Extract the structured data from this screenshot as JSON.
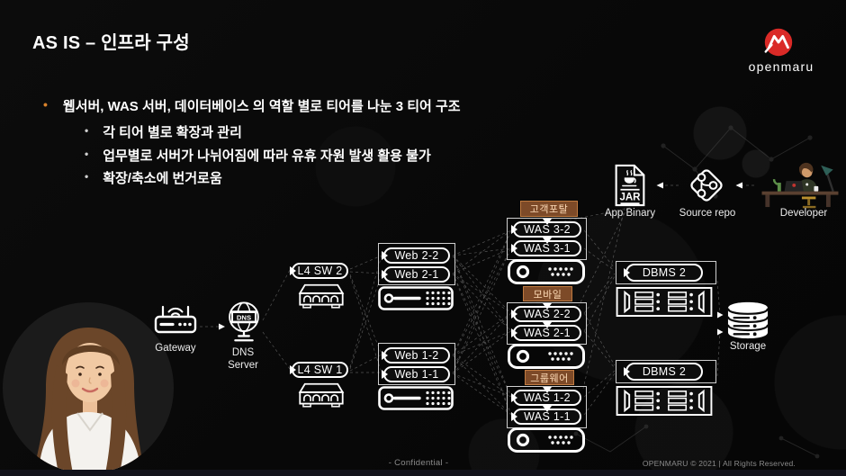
{
  "slide": {
    "title": "AS IS – 인프라 구성",
    "bullets": {
      "main": "웹서버, WAS 서버, 데이터베이스 의 역할 별로 티어를 나눈 3 티어 구조",
      "sub": [
        "각 티어 별로 확장과 관리",
        "업무별로 서버가 나뉘어짐에 따라 유휴 자원 발생 활용 불가",
        "확장/축소에 번거로움"
      ]
    },
    "logo_text": "openmaru",
    "footer": {
      "confidential": "- Confidential -",
      "copyright": "OPENMARU © 2021 | All Rights Reserved."
    }
  },
  "diagram": {
    "gateway": {
      "label": "Gateway"
    },
    "dns": {
      "badge": "DNS",
      "label1": "DNS",
      "label2": "Server"
    },
    "l4": [
      {
        "label": "L4 SW 2"
      },
      {
        "label": "L4 SW 1"
      }
    ],
    "web": [
      {
        "items": [
          "Web 2-2",
          "Web 2-1"
        ]
      },
      {
        "items": [
          "Web 1-2",
          "Web 1-1"
        ]
      }
    ],
    "was": [
      {
        "tag": "고객포탈",
        "items": [
          "WAS 3-2",
          "WAS 3-1"
        ]
      },
      {
        "tag": "모바일",
        "items": [
          "WAS 2-2",
          "WAS 2-1"
        ]
      },
      {
        "tag": "그룹웨어",
        "items": [
          "WAS 1-2",
          "WAS 1-1"
        ]
      }
    ],
    "dbms": [
      {
        "label": "DBMS 2"
      },
      {
        "label": "DBMS 2"
      }
    ],
    "storage": {
      "label": "Storage"
    },
    "pipeline": {
      "jar_text": "JAR",
      "app_binary": "App Binary",
      "source_repo": "Source repo",
      "developer": "Developer"
    }
  },
  "colors": {
    "accent_orange": "#d9822b",
    "tag_bg": "#7d4a28",
    "tag_border": "#bf7a40",
    "brand_red": "#da2a27",
    "wire_gray": "#b9b9b9"
  },
  "icons": {
    "gateway": "router-icon",
    "dns": "dns-globe-icon",
    "l4_switch": "network-switch-icon",
    "web_server": "rack-server-icon",
    "was_server": "rack-server-icon",
    "dbms": "storage-array-icon",
    "storage": "database-cylinder-icon",
    "app_binary": "jar-file-icon",
    "source_repo": "git-repo-icon",
    "developer": "developer-illustration",
    "presenter": "presenter-photo"
  }
}
